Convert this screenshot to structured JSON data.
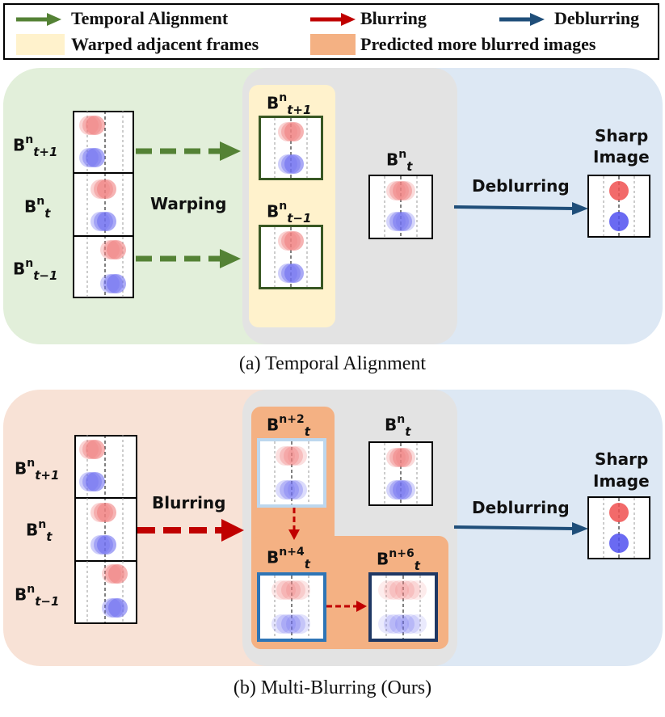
{
  "legend": {
    "temporal_alignment": "Temporal Alignment",
    "blurring": "Blurring",
    "deblurring": "Deblurring",
    "warped_adjacent_frames": "Warped adjacent frames",
    "predicted_blurred": "Predicted more blurred images"
  },
  "panel_a": {
    "caption": "(a) Temporal Alignment",
    "warping_label": "Warping",
    "deblurring_label": "Deblurring",
    "sharp_line1": "Sharp",
    "sharp_line2": "Image",
    "frames": {
      "next": {
        "base": "B",
        "sup": "n",
        "sub": "t+1"
      },
      "cur": {
        "base": "B",
        "sup": "n",
        "sub": "t"
      },
      "prev": {
        "base": "B",
        "sup": "n",
        "sub": "t−1"
      }
    }
  },
  "panel_b": {
    "caption": "(b) Multi-Blurring (Ours)",
    "blurring_label": "Blurring",
    "deblurring_label": "Deblurring",
    "sharp_line1": "Sharp",
    "sharp_line2": "Image",
    "frames": {
      "next": {
        "base": "B",
        "sup": "n",
        "sub": "t+1"
      },
      "cur": {
        "base": "B",
        "sup": "n",
        "sub": "t"
      },
      "prev": {
        "base": "B",
        "sup": "n",
        "sub": "t−1"
      },
      "n2": {
        "base": "B",
        "sup": "n+2",
        "sub": "t"
      },
      "n4": {
        "base": "B",
        "sup": "n+4",
        "sub": "t"
      },
      "n6": {
        "base": "B",
        "sup": "n+6",
        "sub": "t"
      },
      "plain": {
        "base": "B",
        "sup": "n",
        "sub": "t"
      }
    }
  },
  "colors": {
    "green_arrow": "#548235",
    "red_arrow": "#c00000",
    "blue_arrow": "#1f4e79",
    "green_bg": "#e2efda",
    "blue_bg": "#dde8f4",
    "gray_bg": "#e3e3e3",
    "peach_bg": "#f8e2d6",
    "warped_yellow": "#fff2cc",
    "predicted_orange": "#f4b183"
  }
}
